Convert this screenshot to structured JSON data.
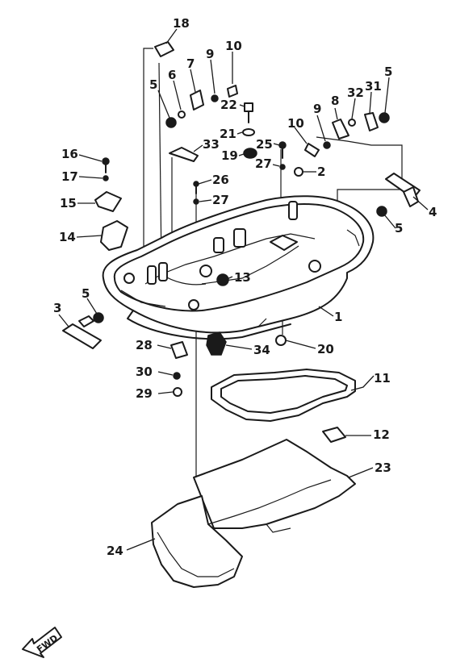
{
  "callouts": {
    "c1": "1",
    "c2": "2",
    "c3": "3",
    "c4": "4",
    "c5a": "5",
    "c5b": "5",
    "c5c": "5",
    "c5d": "5",
    "c6": "6",
    "c7": "7",
    "c8": "8",
    "c9a": "9",
    "c9b": "9",
    "c10a": "10",
    "c10b": "10",
    "c11": "11",
    "c12": "12",
    "c13": "13",
    "c14": "14",
    "c15": "15",
    "c16": "16",
    "c17": "17",
    "c18": "18",
    "c19": "19",
    "c20": "20",
    "c21": "21",
    "c22": "22",
    "c23": "23",
    "c24": "24",
    "c25": "25",
    "c26": "26",
    "c27a": "27",
    "c27b": "27",
    "c28": "28",
    "c29": "29",
    "c30": "30",
    "c31": "31",
    "c32": "32",
    "c33": "33",
    "c34": "34"
  },
  "direction_badge": {
    "label": "FWD"
  },
  "colors": {
    "ink": "#1a1a1a",
    "paper": "#ffffff"
  }
}
